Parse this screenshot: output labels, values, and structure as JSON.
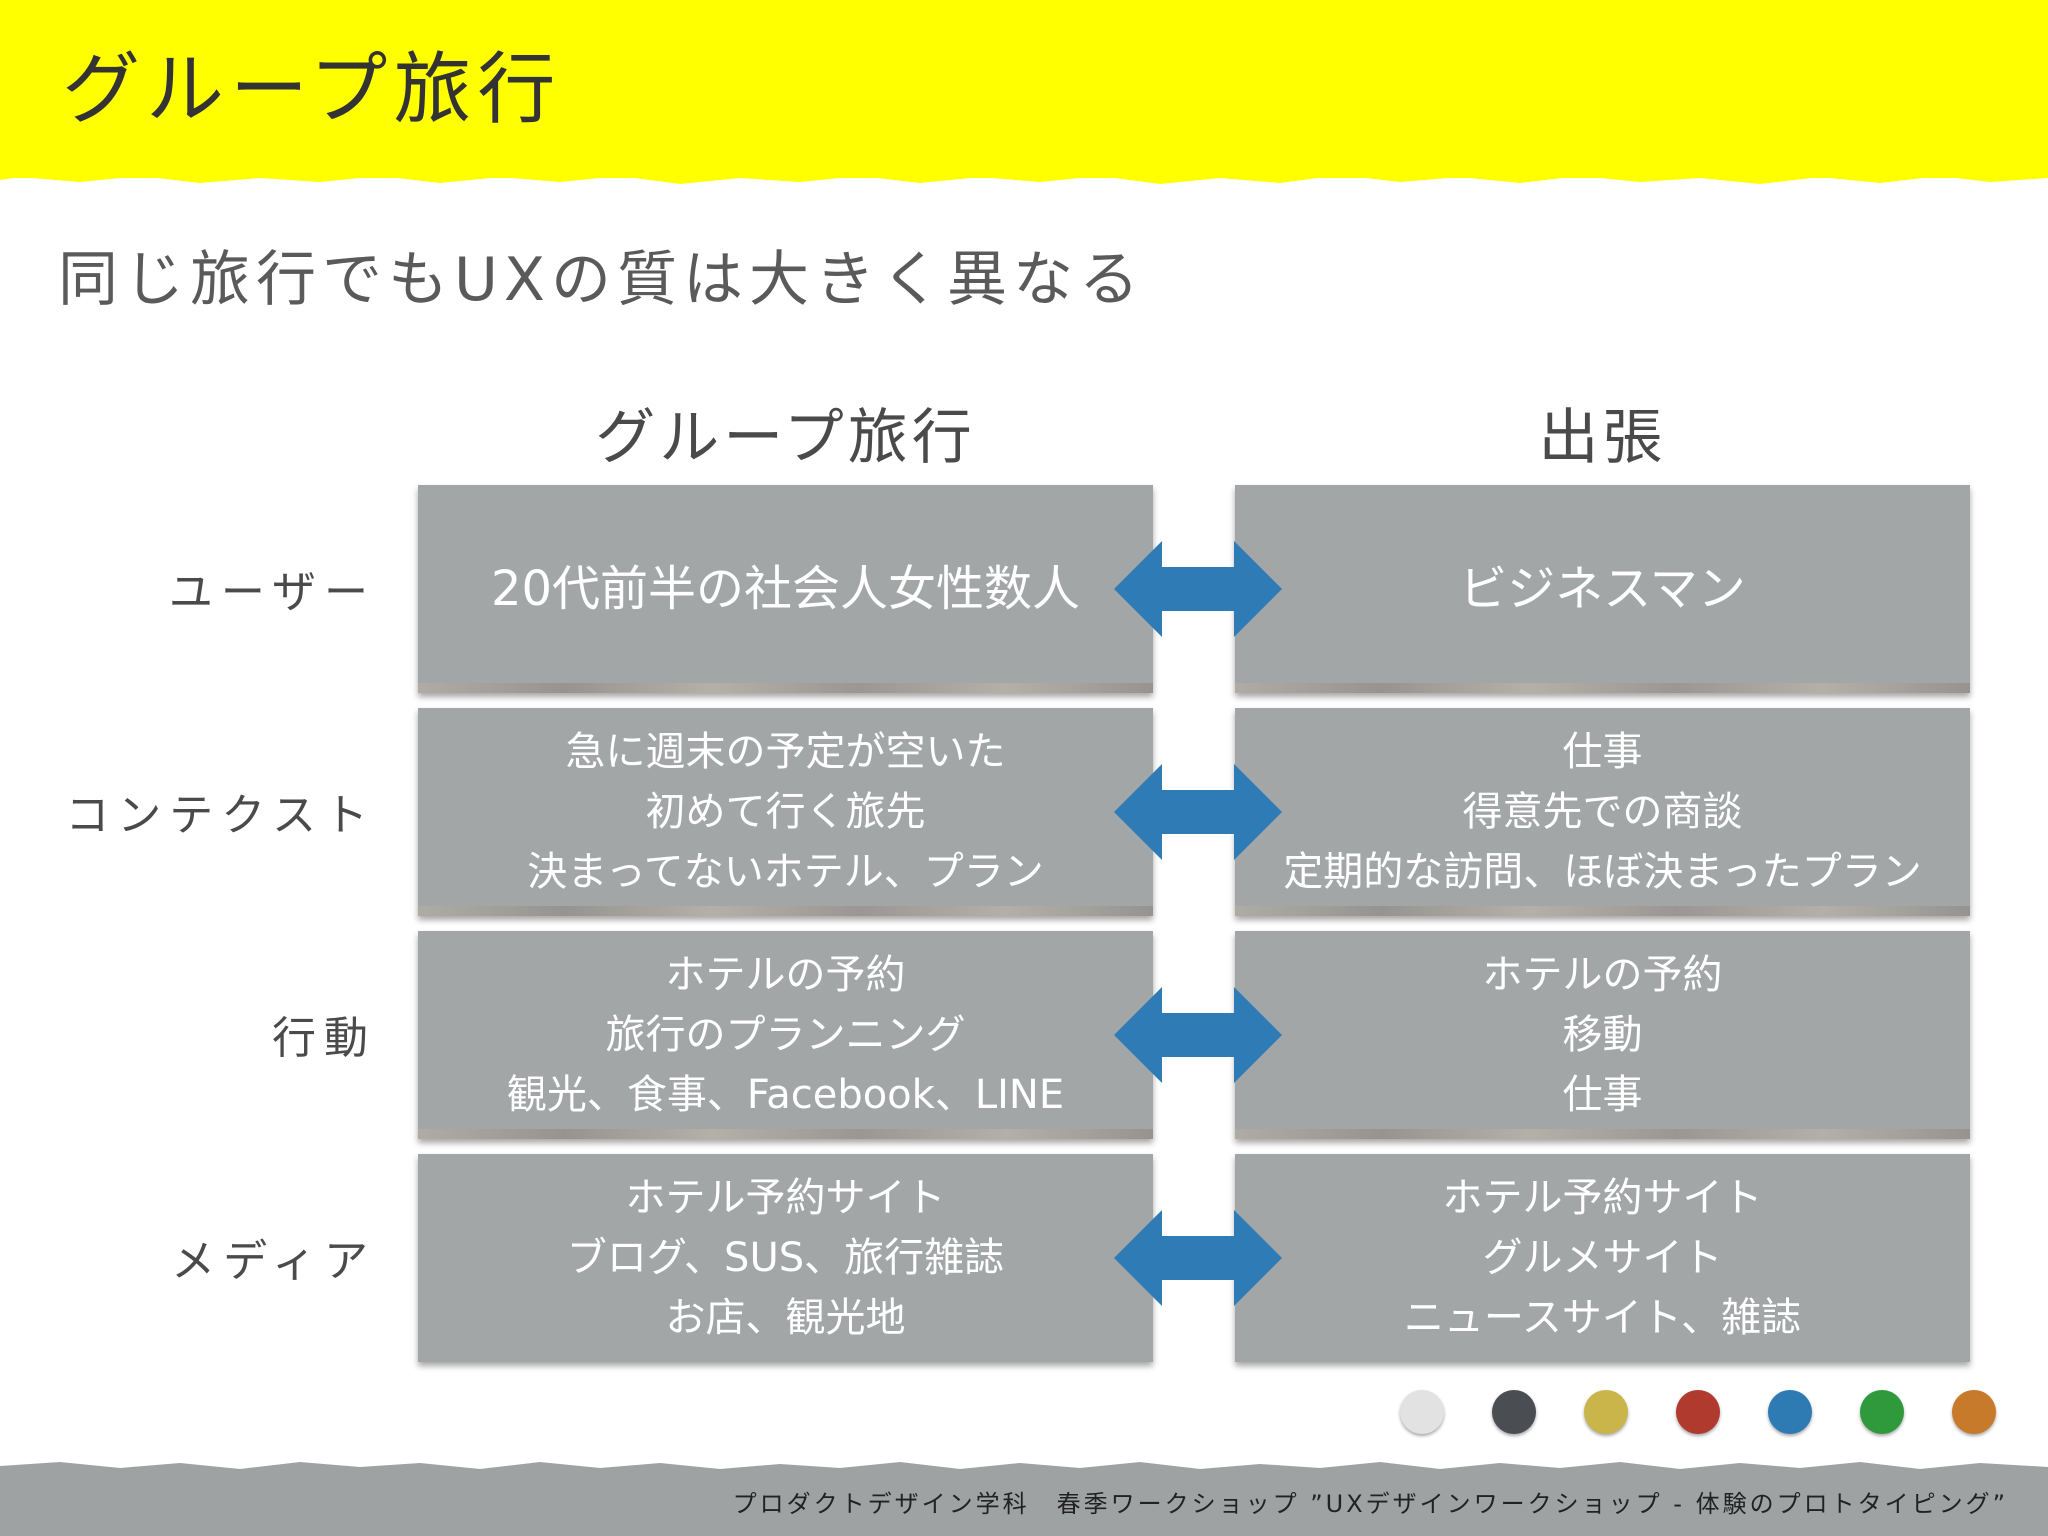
{
  "slide": {
    "title": "グループ旅行",
    "subtitle": "同じ旅行でもUXの質は大きく異なる",
    "columns": {
      "left": "グループ旅行",
      "right": "出張"
    },
    "rows": [
      {
        "label": "ユーザー",
        "left": [
          "20代前半の社会人女性数人"
        ],
        "right": [
          "ビジネスマン"
        ]
      },
      {
        "label": "コンテクスト",
        "left": [
          "急に週末の予定が空いた",
          "初めて行く旅先",
          "決まってないホテル、プラン"
        ],
        "right": [
          "仕事",
          "得意先での商談",
          "定期的な訪問、ほぼ決まったプラン"
        ]
      },
      {
        "label": "行動",
        "left": [
          "ホテルの予約",
          "旅行のプランニング",
          "観光、食事、Facebook、LINE"
        ],
        "right": [
          "ホテルの予約",
          "移動",
          "仕事"
        ]
      },
      {
        "label": "メディア",
        "left": [
          "ホテル予約サイト",
          "ブログ、SUS、旅行雑誌",
          "お店、観光地"
        ],
        "right": [
          "ホテル予約サイト",
          "グルメサイト",
          "ニュースサイト、雑誌"
        ]
      }
    ],
    "footer": "プロダクトデザイン学科　春季ワークショップ ”UXデザインワークショップ - 体験のプロトタイピング”"
  },
  "colors": {
    "header_yellow": "#ffff00",
    "card_gray": "#a3a6a7",
    "arrow_blue": "#2f7bb5",
    "footer_gray": "#9fa2a3"
  },
  "palette_dots": [
    "#e2e2e2",
    "#4a4d52",
    "#c9b54a",
    "#b03a2e",
    "#2e7ab3",
    "#2f9a3c",
    "#c77a2a"
  ],
  "icons": {
    "arrow": "double-headed-arrow-icon"
  }
}
